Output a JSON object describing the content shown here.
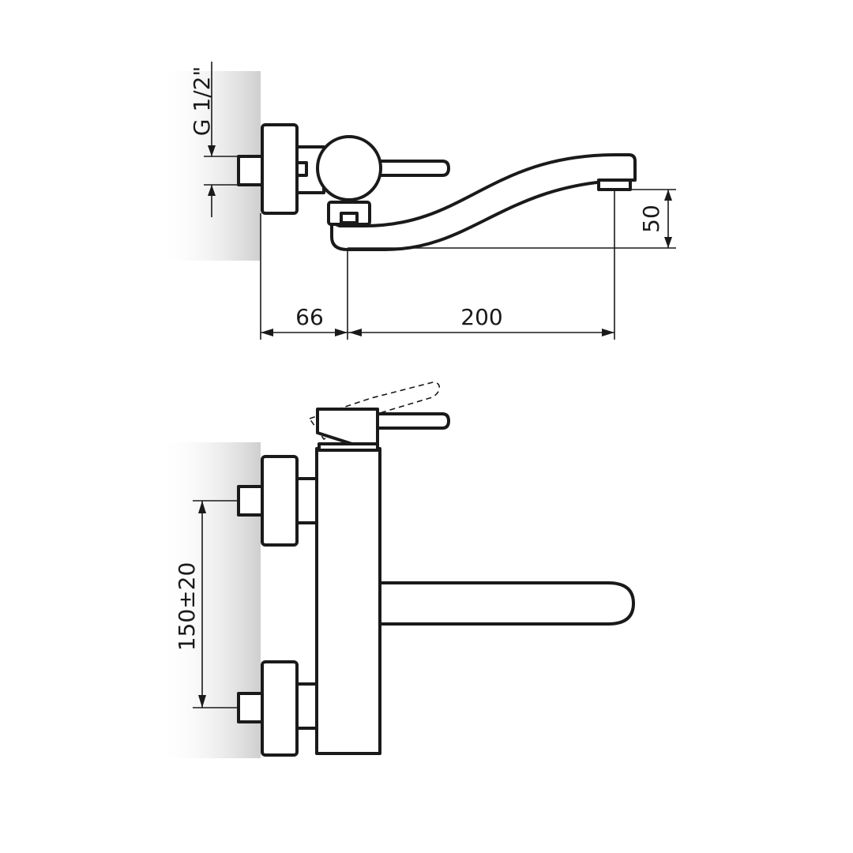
{
  "dimensions": {
    "thread": "G 1/2\"",
    "wall_to_spout_base": "66",
    "spout_reach": "200",
    "spout_height": "50",
    "inlet_spacing": "150±20"
  }
}
